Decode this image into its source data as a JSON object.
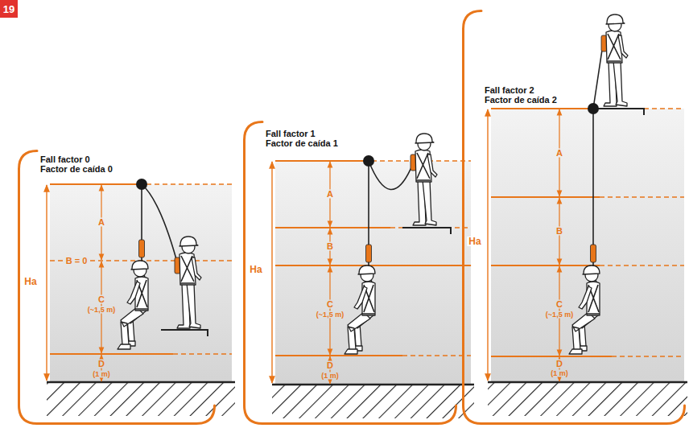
{
  "diagram": {
    "nodes": [
      {
        "text": [
          "19"
        ]
      },
      {
        "text": [
          "Fall factor 0",
          "Factor de caída 0"
        ]
      },
      {
        "text": [
          "Fall factor 1",
          "Factor de caída 1"
        ]
      },
      {
        "text": [
          "Fall factor 2",
          "Factor de caída 2"
        ]
      }
    ],
    "labels": [
      "Ha",
      "A",
      "B = 0",
      "C",
      "(~1,5 m)",
      "D",
      "(1 m)",
      "Ha",
      "A",
      "B",
      "C",
      "(~1,5 m)",
      "D",
      "(1 m)",
      "Ha",
      "A",
      "B",
      "C",
      "(~1,5 m)",
      "D",
      "(1 m)"
    ]
  }
}
